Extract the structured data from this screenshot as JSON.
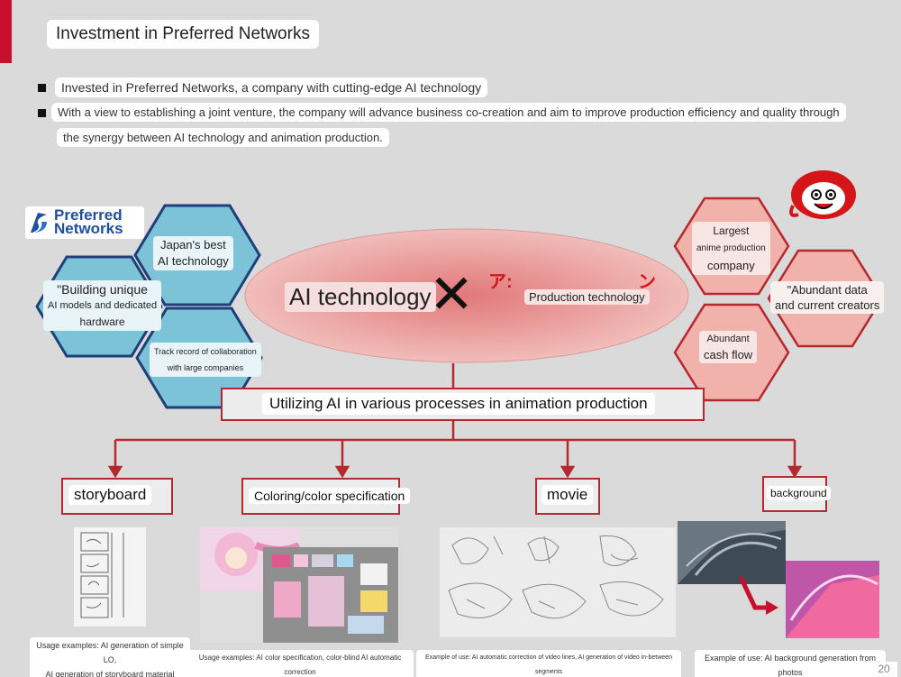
{
  "title": "Investment in Preferred Networks",
  "bullets": [
    "Invested in Preferred Networks, a company with cutting-edge AI technology",
    "With a view to establishing a joint venture, the company will advance business co-creation and aim to improve production efficiency and quality through",
    "the synergy between AI technology and animation production."
  ],
  "logo": {
    "line1": "Preferred",
    "line2": "Networks"
  },
  "left_hexes": {
    "h1": [
      "Japan's best",
      "AI technology"
    ],
    "h2": [
      "\"Building unique",
      "AI models and dedicated",
      "hardware"
    ],
    "h3": [
      "Track record of collaboration",
      "with large companies"
    ]
  },
  "center": {
    "ai": "AI technology",
    "times": "✕",
    "jp_left": "ア:",
    "jp_right": "ン",
    "prod": "Production technology"
  },
  "right_hexes": {
    "h1": [
      "Largest",
      "anime production",
      "company"
    ],
    "h2": [
      "\"Abundant data",
      "and current creators"
    ],
    "h3": [
      "Abundant",
      "cash flow"
    ]
  },
  "main_box": "Utilizing AI in various processes in animation production",
  "categories": [
    "storyboard",
    "Coloring/color specification",
    "movie",
    "background"
  ],
  "captions": [
    [
      "Usage examples: AI generation of simple LO,",
      "AI generation of storyboard material"
    ],
    [
      "Usage examples: AI color specification, color-blind AI automatic correction"
    ],
    [
      "Example of use: AI automatic correction of video lines, AI generation of video in-between segments"
    ],
    [
      "Example of use: AI background generation from photos"
    ]
  ],
  "page_number": "20",
  "colors": {
    "accent": "#c8102e",
    "blue_hex": "#6cbcd4",
    "pink_hex": "#f0b0a8"
  }
}
